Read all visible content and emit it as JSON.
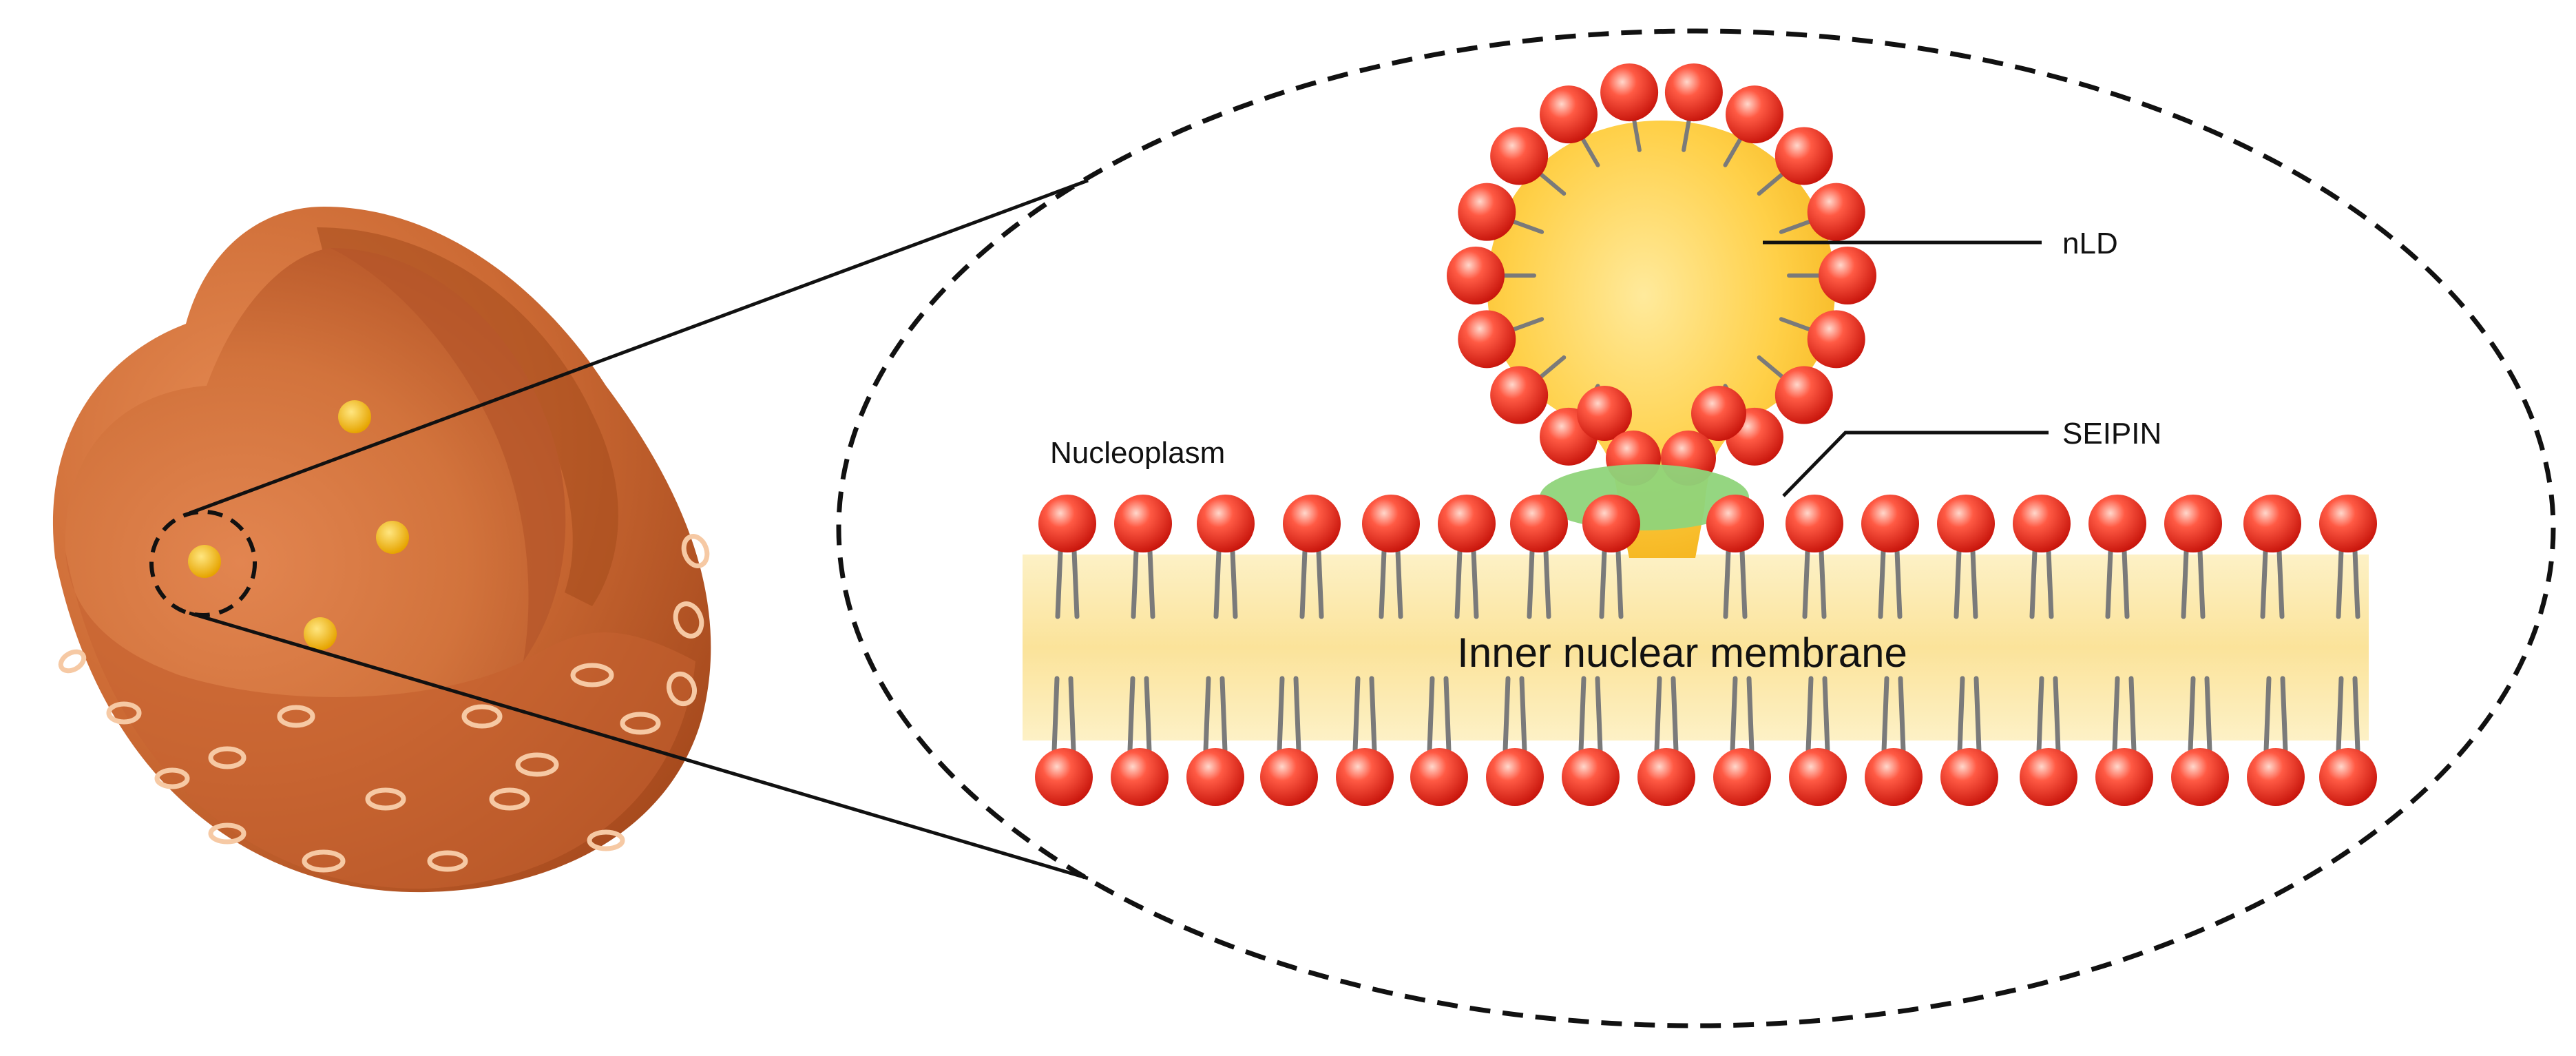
{
  "labels": {
    "nld": "nLD",
    "seipin": "SEIPIN",
    "nucleoplasm": "Nucleoplasm",
    "membrane": "Inner nuclear membrane"
  },
  "colors": {
    "nucleus_outer": "#c4622d",
    "nucleus_inner": "#e0844c",
    "droplet": "#fcc62a",
    "lipid_head": "#ef2a1c",
    "lipid_tail": "#7a7a7a",
    "seipin": "#8fd47a",
    "membrane_band": "#fbe6a4"
  }
}
